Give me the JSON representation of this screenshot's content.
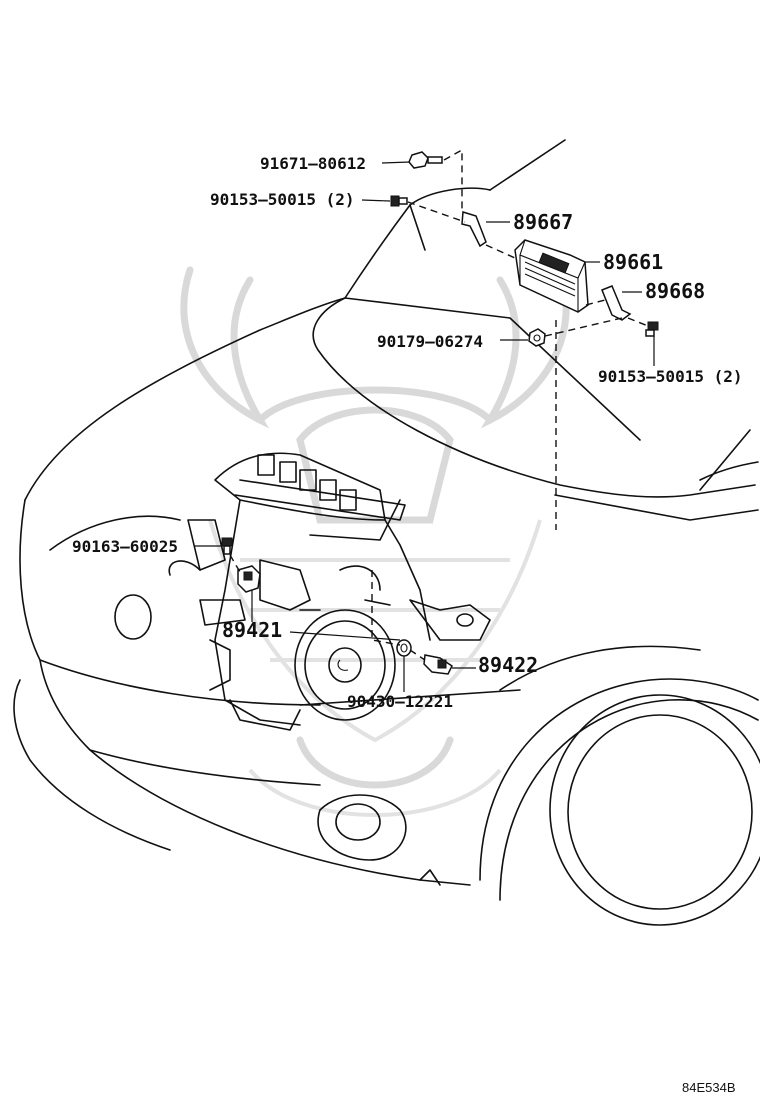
{
  "parts": {
    "p91671_80612": "91671–80612",
    "p90153_50015_a": "90153–50015 (2)",
    "p89667": "89667",
    "p89661": "89661",
    "p89668": "89668",
    "p90179_06274": "90179–06274",
    "p90153_50015_b": "90153–50015 (2)",
    "p90163_60025": "90163–60025",
    "p89421": "89421",
    "p89422": "89422",
    "p90430_12221": "90430–12221"
  },
  "diagram_code": "84E534B"
}
